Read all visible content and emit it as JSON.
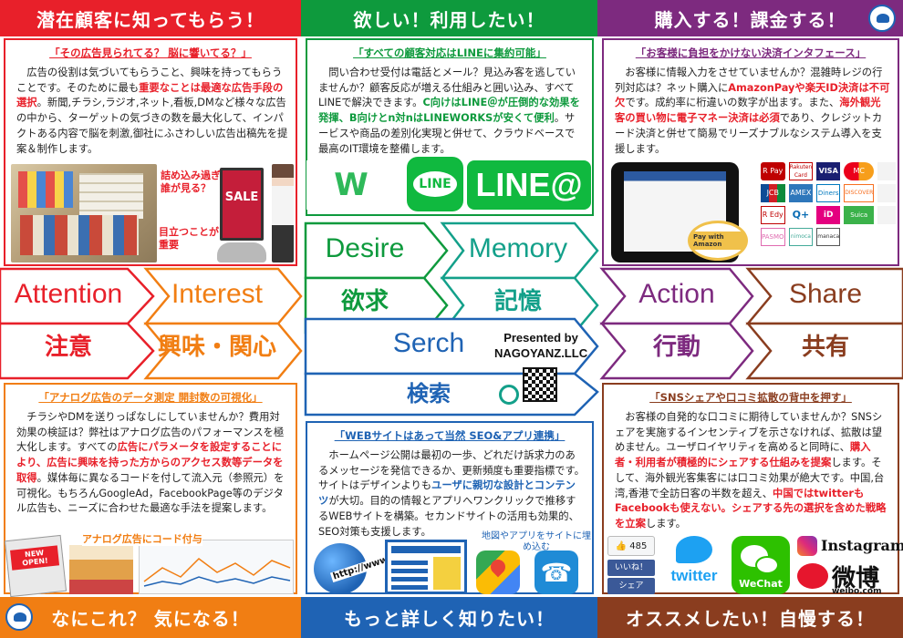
{
  "headers": {
    "attention": "潜在顧客に知ってもらう！",
    "desire": "欲しい！利用したい！",
    "action": "購入する！課金する！"
  },
  "footers": {
    "interest": "なにこれ？ 気になる！",
    "search": "もっと詳しく知りたい！",
    "share": "オススメしたい！自慢する！"
  },
  "flow": {
    "attention": {
      "en": "Attention",
      "jp": "注意"
    },
    "interest": {
      "en": "Interest",
      "jp": "興味・関心"
    },
    "desire": {
      "en": "Desire",
      "jp": "欲求"
    },
    "memory": {
      "en": "Memory",
      "jp": "記憶"
    },
    "search": {
      "en": "Serch",
      "jp": "検索"
    },
    "action": {
      "en": "Action",
      "jp": "行動"
    },
    "share": {
      "en": "Share",
      "jp": "共有"
    },
    "presented_by": "Presented by",
    "company": "NAGOYANZ.LLC"
  },
  "panels": {
    "attention": {
      "title": "「その広告見られてる？ 脳に響いてる？」",
      "body_1": "広告の役割は気づいてもらうこと、興味を持ってもらうことです。そのために最も",
      "body_hl": "重要なことは最適な広告手段の選択",
      "body_2": "。新聞,チラシ,ラジオ,ネット,看板,DMなど様々な広告の中から、ターゲットの気づきの数を最大化して、インパクトある内容で脳を刺激,御社にふさわしい広告出稿先を提案＆制作します。",
      "callout_1": "詰め込み過ぎ\n誰が見る？",
      "callout_2": "目立つことが\n重要",
      "sale": "SALE"
    },
    "desire": {
      "title": "「すべての顧客対応はLINEに集約可能」",
      "body_1": "問い合わせ受付は電話とメール？見込み客を逃していませんか？顧客反応が増える仕組みと囲い込み、すべてLINEで解決できます。",
      "body_hl": "C向けはLINE＠が圧倒的な効果を発揮、B向けとn対nはLINEWORKSが安くて便利",
      "body_2": "。サービスや商品の差別化実現と併せて、クラウドベースで最高のIT環境を整備します。",
      "logo_line": "LINE",
      "logo_lineat": "LINE@",
      "logo_w": "W"
    },
    "action": {
      "title": "「お客様に負担をかけない決済インタフェース」",
      "body_1": "お客様に情報入力をさせていませんか？混雑時レジの行列対応は？ネット購入に",
      "body_hl1": "AmazonPayや楽天ID決済は不可欠",
      "body_2": "です。成約率に桁違いの数字が出ます。また、",
      "body_hl2": "海外観光客の買い物に電子マネー決済は必須",
      "body_3": "であり、クレジットカード決済と併せて簡易でリーズナブルなシステム導入を支援します。",
      "pay_button": "Pay with Amazon",
      "payments": [
        "R Pay",
        "Rakuten Card",
        "VISA",
        "MC",
        "JCB",
        "AMEX",
        "Diners",
        "DISCOVER",
        "R Edy",
        "Q+",
        "iD",
        "Suica",
        "PASMO",
        "nimoca",
        "manaca"
      ]
    },
    "interest": {
      "title": "「アナログ広告のデータ測定 開封数の可視化」",
      "body_1": "チラシやDMを送りっぱなしにしていませんか？費用対効果の検証は？弊社はアナログ広告のパフォーマンスを極大化します。すべての",
      "body_hl": "広告にパラメータを設定することにより、広告に興味を持った方からのアクセス数等データを取得",
      "body_2": "。媒体毎に異なるコードを付して流入元（参照元）を可視化。もちろんGoogleAd，FacebookPage等のデジタル広告も、ニーズに合わせた最適な手法を提案します。",
      "caption": "アナログ広告にコード付与",
      "new_open": "NEW OPEN!"
    },
    "search": {
      "title": "「WEBサイトはあって当然 SEO&アプリ連携」",
      "body_1": "ホームページ公開は最初の一歩、どれだけ訴求力のあるメッセージを発信できるか、更新頻度も重要指標です。サイトはデザインよりも",
      "body_hl": "ユーザに親切な設計とコンテンツ",
      "body_2": "が大切。目的の情報とアプリへワンクリックで推移するWEBサイトを構築。セカンドサイトの活用も効果的、SEO対策も支援します。",
      "caption": "地図やアプリをサイトに埋め込む",
      "http": "http://www"
    },
    "share": {
      "title": "「SNSシェアや口コミ拡散の背中を押す」",
      "body_1": "お客様の自発的な口コミに期待していませんか？SNSシェアを実施するインセンティブを示さなければ、拡散は望めません。ユーザロイヤリティを高めると同時に、",
      "body_hl1": "購入者・利用者が積極的にシェアする仕組みを提案",
      "body_2": "します。そして、海外観光客集客には口コミ効果が絶大です。中国,台湾,香港で全訪日客の半数を超え、",
      "body_hl2": "中国ではtwitterもFacebookも使えない。シェアする先の選択を含めた戦略を立案",
      "body_3": "します。",
      "like_count": "485",
      "like_label": "いいね！",
      "share_label": "シェア",
      "twitter": "twitter",
      "wechat": "WeChat",
      "instagram": "Instagram",
      "weibo": "微博",
      "weibo_url": "weibo.com"
    }
  },
  "colors": {
    "red": "#e8202a",
    "green": "#0e9a3d",
    "purple": "#7d2a7f",
    "orange": "#f17e13",
    "blue": "#1f63b4",
    "brown": "#8a3d1f"
  }
}
